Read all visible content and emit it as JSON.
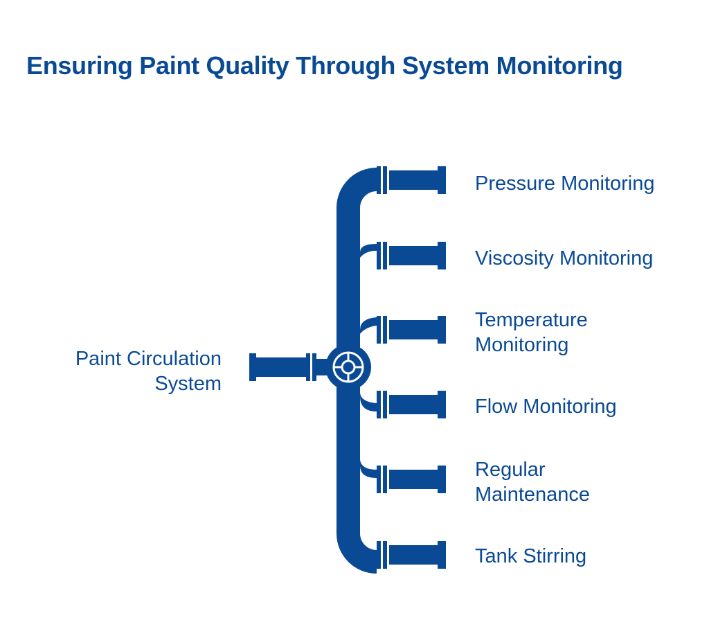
{
  "title": "Ensuring Paint Quality Through System Monitoring",
  "colors": {
    "pipe": "#0a4a94",
    "text": "#0a4a94",
    "background": "#ffffff"
  },
  "source": {
    "label_lines": [
      "Paint Circulation",
      "System"
    ]
  },
  "branches": [
    {
      "lines": [
        "Pressure Monitoring"
      ]
    },
    {
      "lines": [
        "Viscosity Monitoring"
      ]
    },
    {
      "lines": [
        "Temperature",
        "Monitoring"
      ]
    },
    {
      "lines": [
        "Flow Monitoring"
      ]
    },
    {
      "lines": [
        "Regular",
        "Maintenance"
      ]
    },
    {
      "lines": [
        "Tank Stirring"
      ]
    }
  ]
}
